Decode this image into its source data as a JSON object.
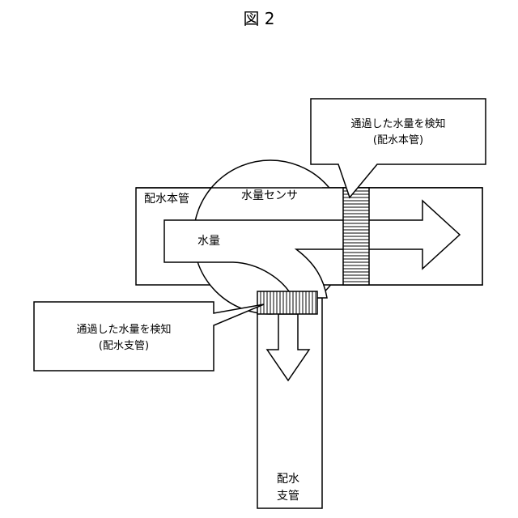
{
  "figure": {
    "title": "図 2"
  },
  "labels": {
    "main_pipe": "配水本管",
    "sensor": "水量センサ",
    "flow": "水量",
    "branch_pipe_line1": "配水",
    "branch_pipe_line2": "支管"
  },
  "callouts": {
    "main": {
      "line1": "通過した水量を検知",
      "line2": "(配水本管)"
    },
    "branch": {
      "line1": "通過した水量を検知",
      "line2": "(配水支管)"
    }
  }
}
